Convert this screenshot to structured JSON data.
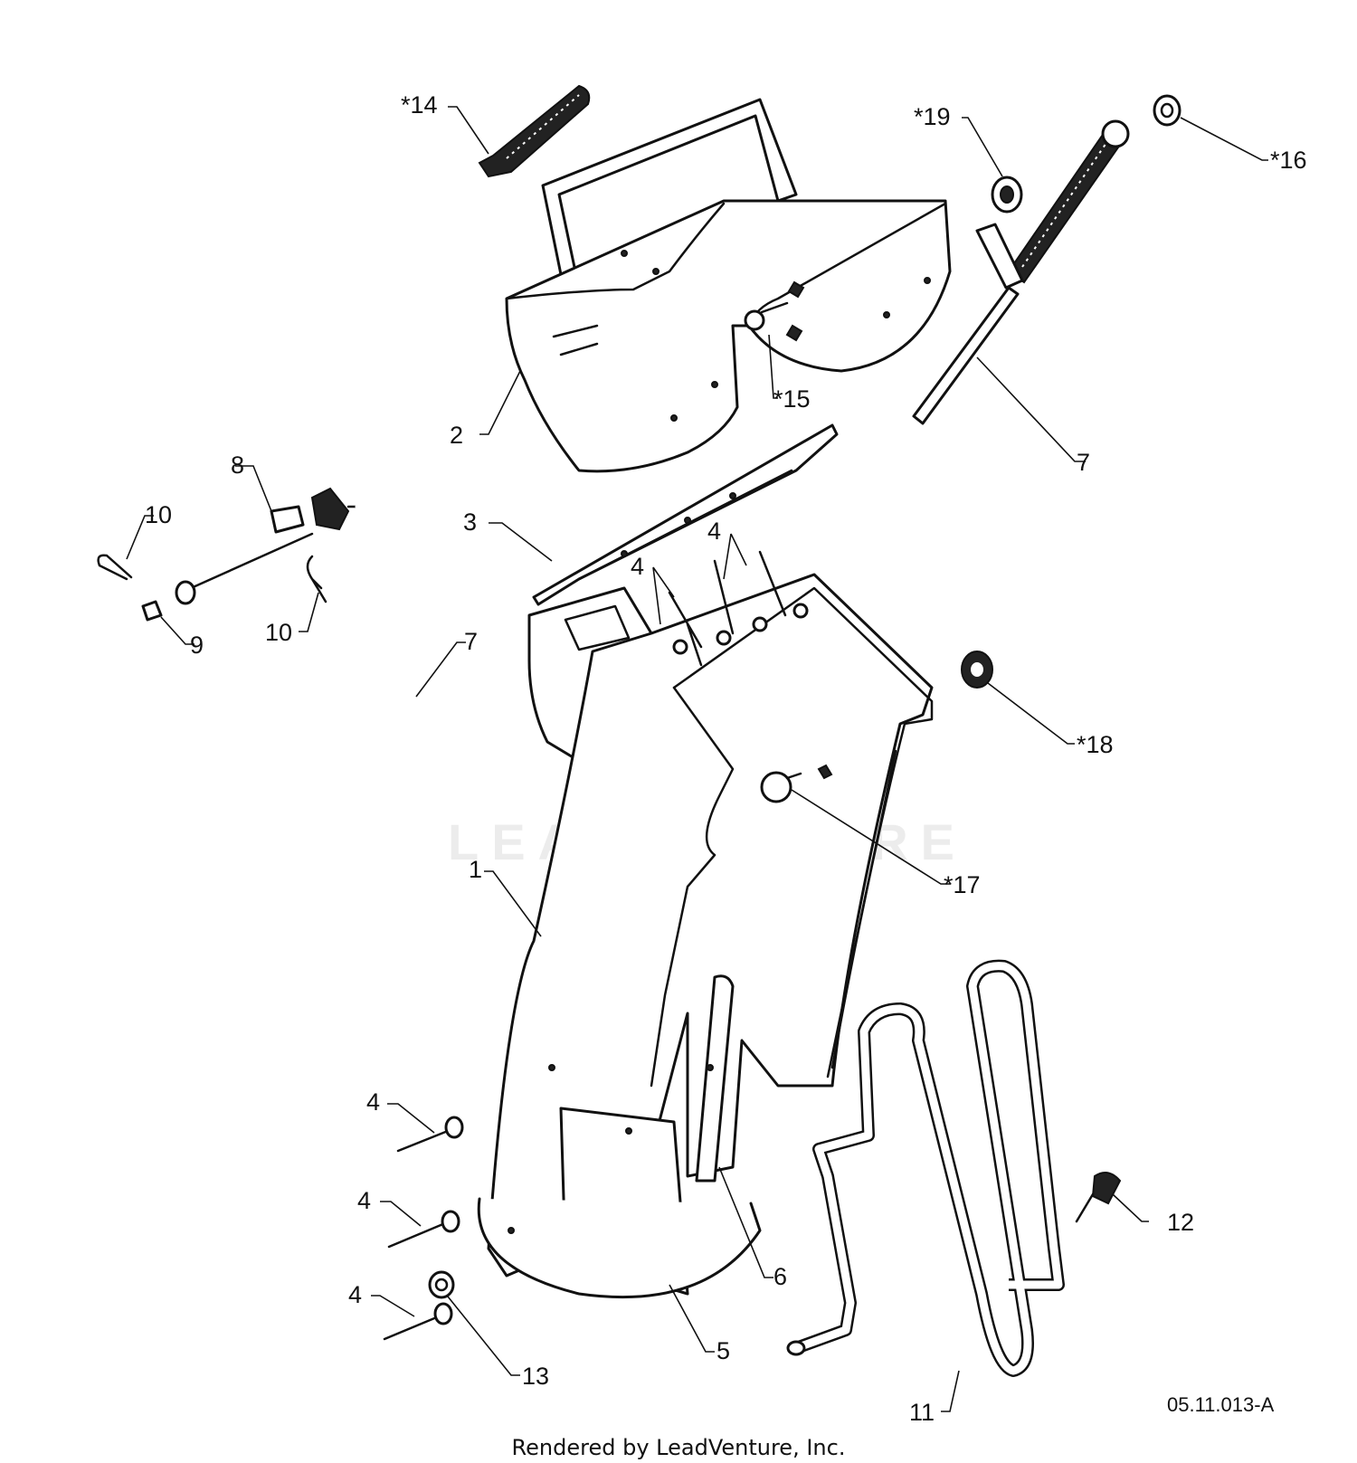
{
  "watermark": "LEADVENTURE",
  "drawing_ref": "05.11.013-A",
  "footer": "Rendered by LeadVenture, Inc.",
  "callouts": {
    "c1": "1",
    "c2": "2",
    "c3": "3",
    "c4a": "4",
    "c4b": "4",
    "c4c": "4",
    "c4d": "4",
    "c4e": "4",
    "c5": "5",
    "c6": "6",
    "c7a": "7",
    "c7b": "7",
    "c8": "8",
    "c9": "9",
    "c10a": "10",
    "c10b": "10",
    "c11": "11",
    "c12": "12",
    "c13": "13",
    "c14": "*14",
    "c15": "*15",
    "c16": "*16",
    "c17": "*17",
    "c18": "*18",
    "c19": "*19"
  }
}
